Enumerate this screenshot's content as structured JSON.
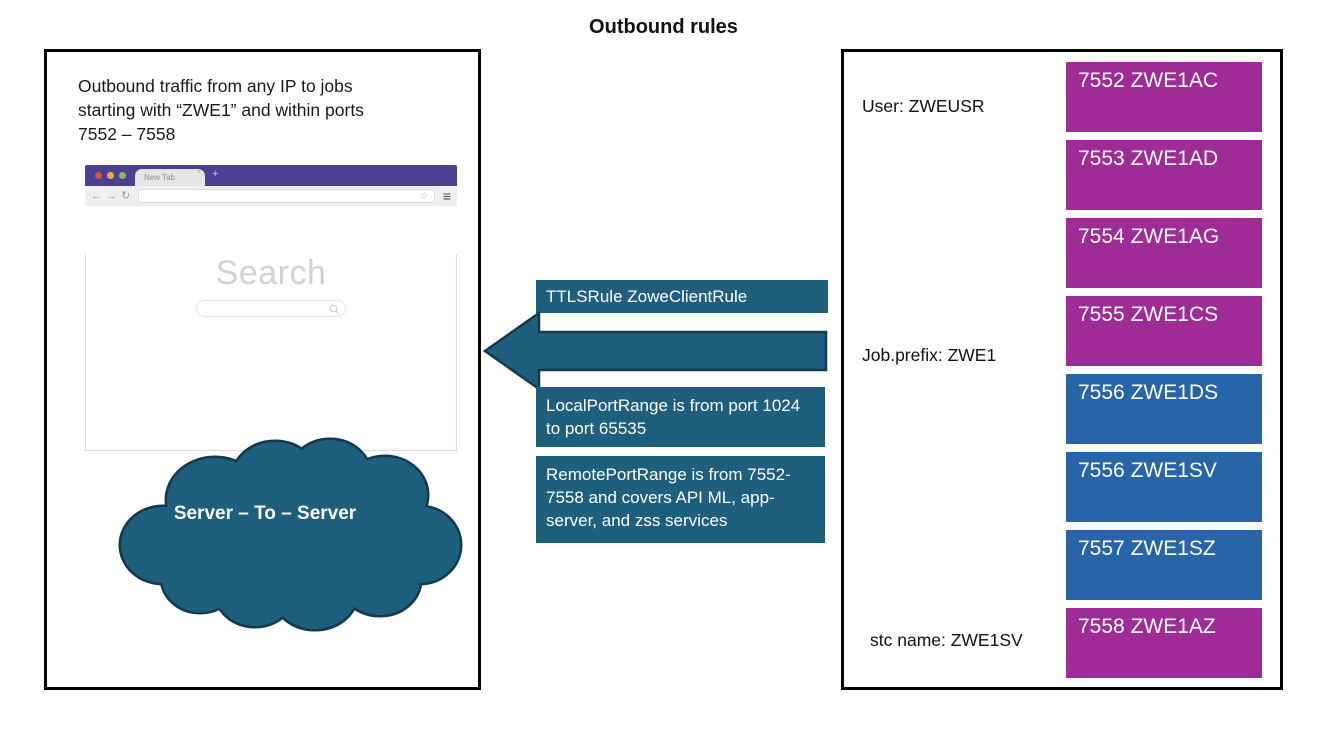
{
  "title": "Outbound rules",
  "colors": {
    "teal": "#1E5F7E",
    "teal_outline": "#14384C",
    "magenta": "#9E2B96",
    "blue": "#2765A8",
    "browser_purple": "#4C4191"
  },
  "left_panel": {
    "description_lines": [
      "Outbound traffic from any IP to jobs",
      "starting with “ZWE1” and within ports",
      "7552 – 7558"
    ],
    "browser": {
      "tab_label": "New Tab",
      "tab_close_icon": "×",
      "new_tab_icon": "+",
      "back_icon": "←",
      "forward_icon": "→",
      "refresh_icon": "↻",
      "address_value": "",
      "star_icon": "☆",
      "menu_icon": "≡",
      "search_heading": "Search"
    },
    "cloud_label": "Server – To – Server"
  },
  "middle": {
    "rules": [
      "TTLSRule ZoweClientRule",
      "LocalPortRange is from port 1024 to port 65535",
      "RemotePortRange is from 7552-7558 and covers API ML, app-server, and zss services"
    ]
  },
  "right_panel": {
    "user_label": "User: ZWEUSR",
    "job_prefix_label": "Job.prefix: ZWE1",
    "stc_name_label": "stc name: ZWE1SV",
    "jobs": [
      {
        "port": "7552",
        "jobname": "ZWE1AC",
        "color": "magenta"
      },
      {
        "port": "7553",
        "jobname": "ZWE1AD",
        "color": "magenta"
      },
      {
        "port": "7554",
        "jobname": "ZWE1AG",
        "color": "magenta"
      },
      {
        "port": "7555",
        "jobname": "ZWE1CS",
        "color": "magenta"
      },
      {
        "port": "7556",
        "jobname": "ZWE1DS",
        "color": "blue"
      },
      {
        "port": "7556",
        "jobname": "ZWE1SV",
        "color": "blue"
      },
      {
        "port": "7557",
        "jobname": "ZWE1SZ",
        "color": "blue"
      },
      {
        "port": "7558",
        "jobname": "ZWE1AZ",
        "color": "magenta"
      }
    ]
  }
}
